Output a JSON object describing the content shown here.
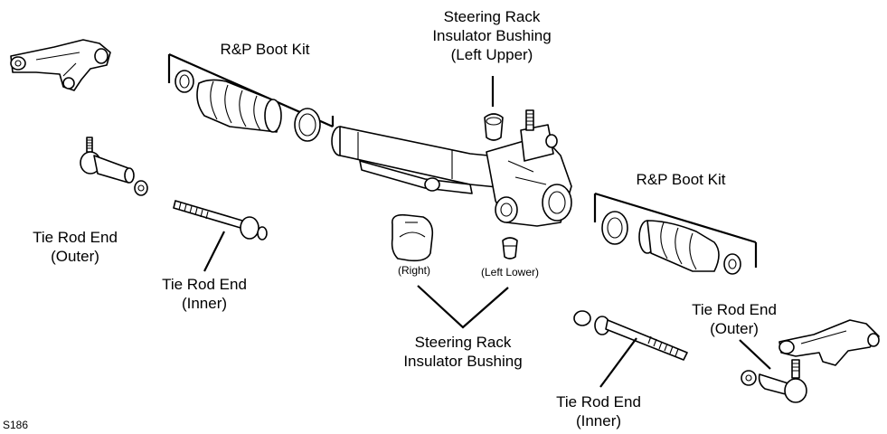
{
  "diagram": {
    "code": "S186",
    "labels": {
      "boot_kit_left": "R&P Boot Kit",
      "boot_kit_right": "R&P Boot Kit",
      "bushing_upper": [
        "Steering Rack",
        "Insulator Bushing",
        "(Left Upper)"
      ],
      "tie_outer_left": [
        "Tie Rod End",
        "(Outer)"
      ],
      "tie_inner_left": [
        "Tie Rod End",
        "(Inner)"
      ],
      "tie_outer_right": [
        "Tie Rod End",
        "(Outer)"
      ],
      "tie_inner_right": [
        "Tie Rod End",
        "(Inner)"
      ],
      "bushing_right_small": "(Right)",
      "bushing_left_lower_small": "(Left Lower)",
      "bushing_main": [
        "Steering Rack",
        "Insulator Bushing"
      ]
    }
  }
}
